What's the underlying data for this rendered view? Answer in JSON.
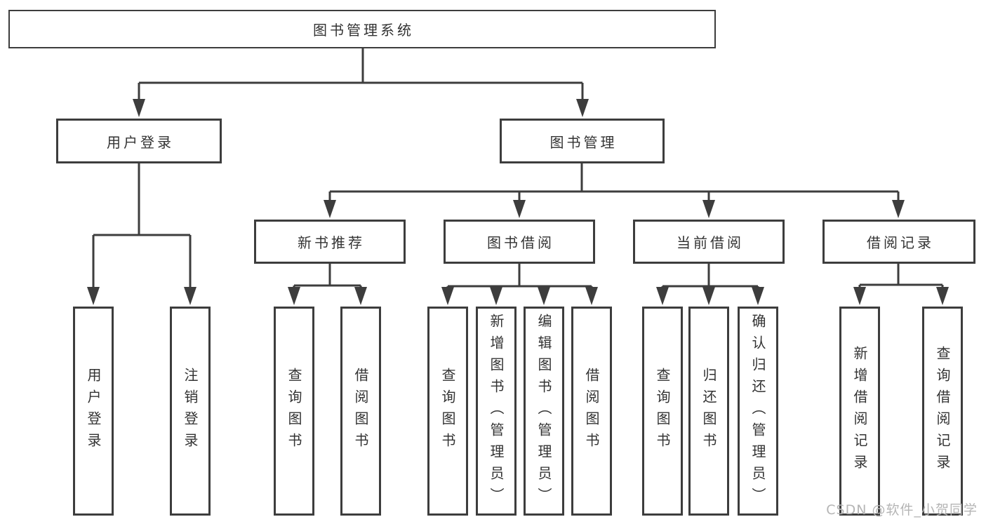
{
  "diagram": {
    "root": {
      "label": "图书管理系统"
    },
    "branches": [
      {
        "label": "用户登录",
        "children": [
          {
            "label": "用户登录"
          },
          {
            "label": "注销登录"
          }
        ]
      },
      {
        "label": "图书管理",
        "children": [
          {
            "label": "新书推荐",
            "children": [
              {
                "label": "查询图书"
              },
              {
                "label": "借阅图书"
              }
            ]
          },
          {
            "label": "图书借阅",
            "children": [
              {
                "label": "查询图书"
              },
              {
                "label": "新增图书（管理员）"
              },
              {
                "label": "编辑图书（管理员）"
              },
              {
                "label": "借阅图书"
              }
            ]
          },
          {
            "label": "当前借阅",
            "children": [
              {
                "label": "查询图书"
              },
              {
                "label": "归还图书"
              },
              {
                "label": "确认归还（管理员）"
              }
            ]
          },
          {
            "label": "借阅记录",
            "children": [
              {
                "label": "新增借阅记录"
              },
              {
                "label": "查询借阅记录"
              }
            ]
          }
        ]
      }
    ]
  },
  "watermark": {
    "text": "CSDN @软件_小贺同学"
  },
  "colors": {
    "line": "#3d3d3d",
    "text": "#333333",
    "box_background": "#ffffff",
    "watermark_text": "#b5b5b5"
  }
}
